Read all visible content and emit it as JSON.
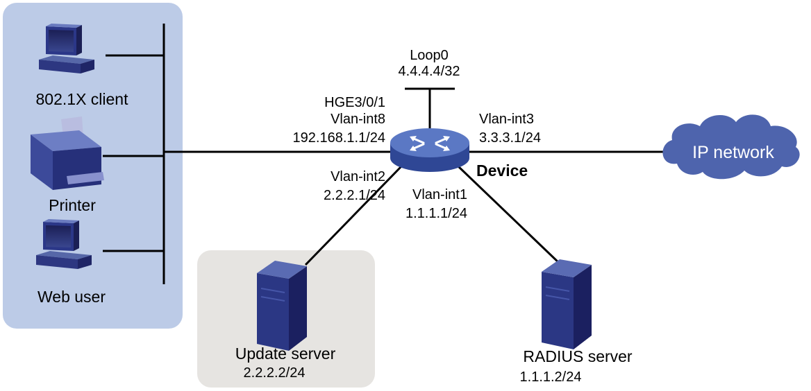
{
  "hosts": {
    "client": "802.1X client",
    "printer": "Printer",
    "web_user": "Web user"
  },
  "device": {
    "name": "Device",
    "loop": {
      "name": "Loop0",
      "ip": "4.4.4.4/32"
    },
    "if8": {
      "port": "HGE3/0/1",
      "vlan": "Vlan-int8",
      "ip": "192.168.1.1/24"
    },
    "if3": {
      "vlan": "Vlan-int3",
      "ip": "3.3.3.1/24"
    },
    "if2": {
      "vlan": "Vlan-int2",
      "ip": "2.2.2.1/24"
    },
    "if1": {
      "vlan": "Vlan-int1",
      "ip": "1.1.1.1/24"
    }
  },
  "cloud": {
    "label": "IP network"
  },
  "update_server": {
    "name": "Update server",
    "ip": "2.2.2.2/24"
  },
  "radius_server": {
    "name": "RADIUS server",
    "ip": "1.1.1.2/24"
  },
  "colors": {
    "host_panel": "#bccbe7",
    "server_panel": "#e6e4e1",
    "device_blue": "#4e6bb5",
    "cloud_blue": "#4e64ad"
  }
}
